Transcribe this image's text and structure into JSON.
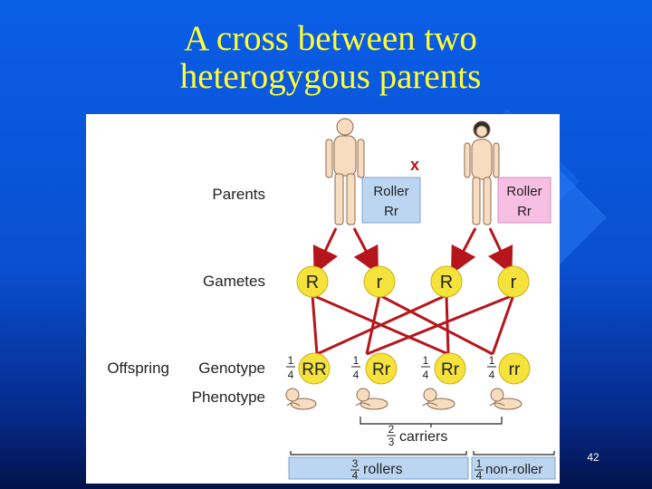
{
  "slide": {
    "title_line1": "A cross between two",
    "title_line2": "heterogygous parents",
    "slide_number": "42"
  },
  "colors": {
    "title": "#ffff33",
    "background": "#0a4fd0",
    "arrow": "#b5161b",
    "circle_fill": "#f5e23a",
    "male_box": "#bcd6f2",
    "female_box": "#f6bfe3",
    "bar_fill": "#bcd6f2"
  },
  "diagram": {
    "row_labels": {
      "parents": "Parents",
      "gametes": "Gametes",
      "offspring": "Offspring",
      "genotype": "Genotype",
      "phenotype": "Phenotype"
    },
    "cross_symbol": "x",
    "male_parent": {
      "phenotype": "Roller",
      "genotype": "Rr",
      "icon": "male-figure-icon"
    },
    "female_parent": {
      "phenotype": "Roller",
      "genotype": "Rr",
      "icon": "female-figure-icon"
    },
    "gametes": [
      "R",
      "r",
      "R",
      "r"
    ],
    "offspring": [
      {
        "fraction_num": "1",
        "fraction_den": "4",
        "genotype": "RR",
        "icon": "baby-icon"
      },
      {
        "fraction_num": "1",
        "fraction_den": "4",
        "genotype": "Rr",
        "icon": "baby-icon"
      },
      {
        "fraction_num": "1",
        "fraction_den": "4",
        "genotype": "Rr",
        "icon": "baby-icon"
      },
      {
        "fraction_num": "1",
        "fraction_den": "4",
        "genotype": "rr",
        "icon": "baby-icon"
      }
    ],
    "carriers": {
      "fraction_num": "2",
      "fraction_den": "3",
      "label": "carriers"
    },
    "rollers": {
      "fraction_num": "3",
      "fraction_den": "4",
      "label": "rollers"
    },
    "non_rollers": {
      "fraction_num": "1",
      "fraction_den": "4",
      "label": "non-roller"
    }
  }
}
